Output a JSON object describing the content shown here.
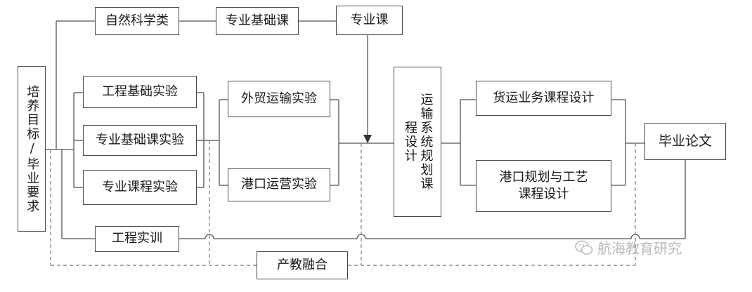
{
  "nodes": {
    "goals": "培养目标/毕业要求",
    "natural_science": "自然科学类",
    "major_foundation": "专业基础课",
    "major_course": "专业课",
    "eng_foundation_exp": "工程基础实验",
    "major_foundation_exp": "专业基础课实验",
    "major_course_exp": "专业课程实验",
    "trade_transport_exp": "外贸运输实验",
    "port_ops_exp": "港口运营实验",
    "transport_planning": "运输系统规划课程设计",
    "freight_design": "货运业务课程设计",
    "port_planning_design": "港口规划与工艺课程设计",
    "thesis": "毕业论文",
    "eng_training": "工程实训",
    "industry_education": "产教融合"
  },
  "watermark": {
    "text": "航海教育研究",
    "icon": "wechat-icon"
  }
}
